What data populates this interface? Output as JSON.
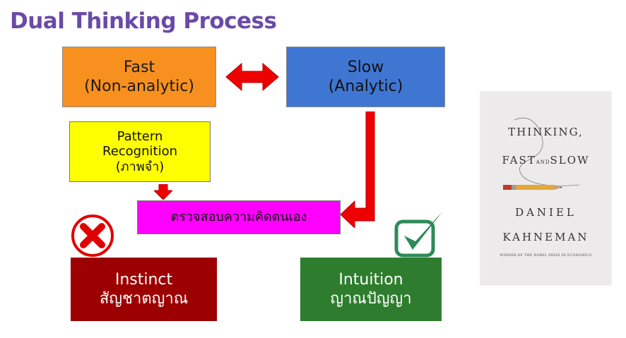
{
  "title": "Dual Thinking Process",
  "boxes": {
    "fast": {
      "line1": "Fast",
      "line2": "(Non-analytic)"
    },
    "slow": {
      "line1": "Slow",
      "line2": "(Analytic)"
    },
    "pattern": {
      "line1": "Pattern",
      "line2": "Recognition",
      "line3": "(ภาพจำ)"
    },
    "verify": {
      "label": "ตรวจสอบความคิดตนเอง"
    },
    "instinct": {
      "line1": "Instinct",
      "line2": "สัญชาตญาณ"
    },
    "intuition": {
      "line1": "Intuition",
      "line2": "ญาณปัญญา"
    }
  },
  "book": {
    "title_line1": "THINKING,",
    "title_fast": "FAST",
    "title_and": "AND",
    "title_slow": "SLOW",
    "author_line1": "DANIEL",
    "author_line2": "KAHNEMAN",
    "subtitle": "WINNER OF THE NOBEL PRIZE IN ECONOMICS"
  },
  "icons": {
    "reject": "x-circle-icon",
    "accept": "checkmark-box-icon",
    "arrow_color": "#ee0000"
  },
  "colors": {
    "title": "#6a4aa8",
    "fast": "#f7901e",
    "slow": "#3f76d2",
    "pattern": "#ffff00",
    "verify": "#ff00ff",
    "instinct": "#9c0000",
    "intuition": "#2e7d2e"
  }
}
